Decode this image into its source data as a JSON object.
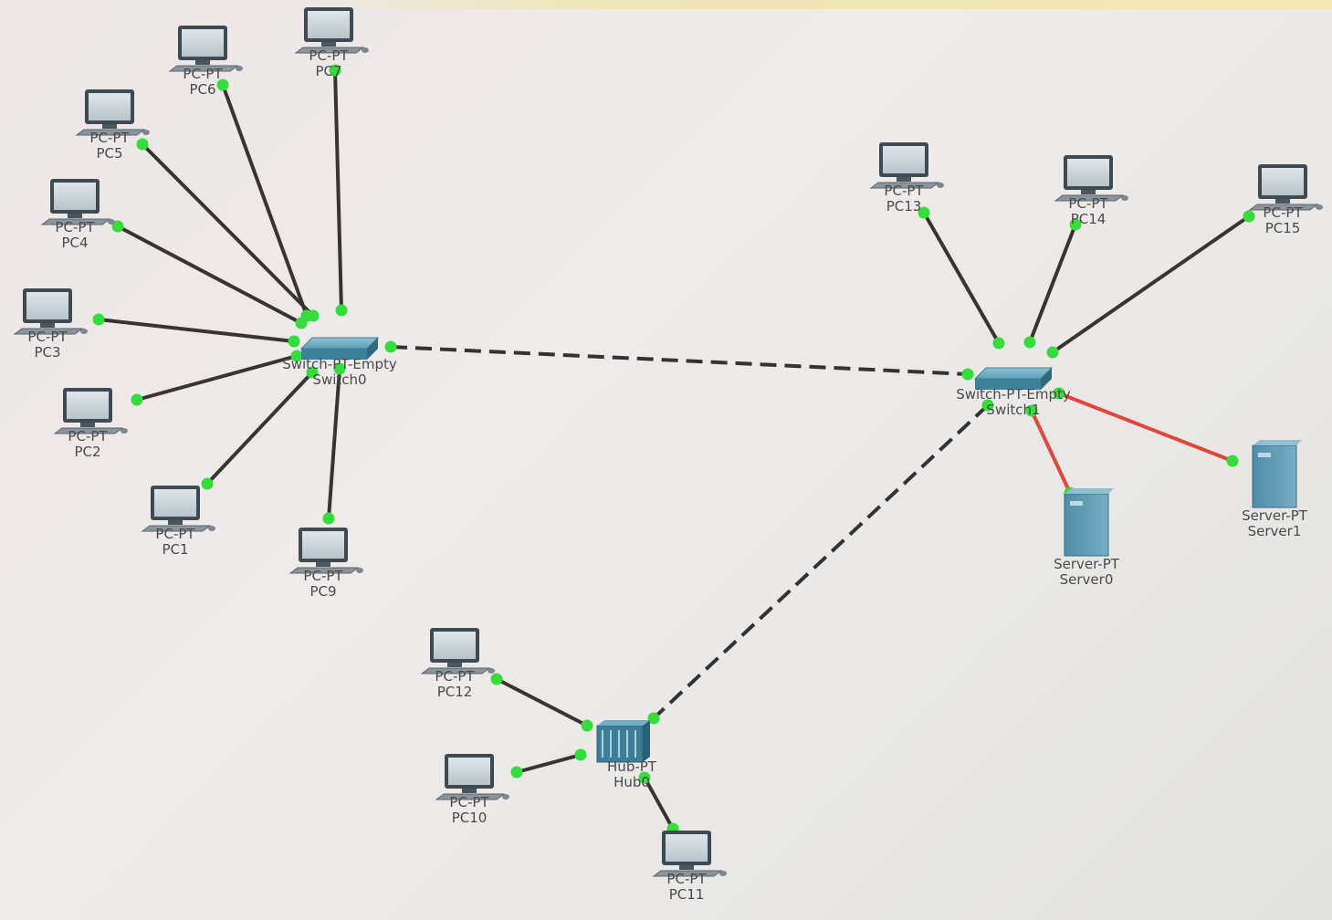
{
  "devices": [
    {
      "id": "PC6",
      "model": "PC-PT",
      "name": "PC6",
      "type": "pc"
    },
    {
      "id": "PC7",
      "model": "PC-PT",
      "name": "PC7",
      "type": "pc"
    },
    {
      "id": "PC5",
      "model": "PC-PT",
      "name": "PC5",
      "type": "pc"
    },
    {
      "id": "PC4",
      "model": "PC-PT",
      "name": "PC4",
      "type": "pc"
    },
    {
      "id": "PC3",
      "model": "PC-PT",
      "name": "PC3",
      "type": "pc"
    },
    {
      "id": "PC2",
      "model": "PC-PT",
      "name": "PC2",
      "type": "pc"
    },
    {
      "id": "PC1",
      "model": "PC-PT",
      "name": "PC1",
      "type": "pc"
    },
    {
      "id": "PC9",
      "model": "PC-PT",
      "name": "PC9",
      "type": "pc"
    },
    {
      "id": "Switch0",
      "model": "Switch-PT-Empty",
      "name": "Switch0",
      "type": "switch"
    },
    {
      "id": "PC13",
      "model": "PC-PT",
      "name": "PC13",
      "type": "pc"
    },
    {
      "id": "PC14",
      "model": "PC-PT",
      "name": "PC14",
      "type": "pc"
    },
    {
      "id": "PC15",
      "model": "PC-PT",
      "name": "PC15",
      "type": "pc"
    },
    {
      "id": "Switch1",
      "model": "Switch-PT-Empty",
      "name": "Switch1",
      "type": "switch"
    },
    {
      "id": "Server0",
      "model": "Server-PT",
      "name": "Server0",
      "type": "server"
    },
    {
      "id": "Server1",
      "model": "Server-PT",
      "name": "Server1",
      "type": "server"
    },
    {
      "id": "PC12",
      "model": "PC-PT",
      "name": "PC12",
      "type": "pc"
    },
    {
      "id": "PC10",
      "model": "PC-PT",
      "name": "PC10",
      "type": "pc"
    },
    {
      "id": "Hub0",
      "model": "Hub-PT",
      "name": "Hub0",
      "type": "hub"
    },
    {
      "id": "PC11",
      "model": "PC-PT",
      "name": "PC11",
      "type": "pc"
    }
  ],
  "links": [
    {
      "from": "PC6",
      "to": "Switch0",
      "style": "solid"
    },
    {
      "from": "PC7",
      "to": "Switch0",
      "style": "solid"
    },
    {
      "from": "PC5",
      "to": "Switch0",
      "style": "solid"
    },
    {
      "from": "PC4",
      "to": "Switch0",
      "style": "solid"
    },
    {
      "from": "PC3",
      "to": "Switch0",
      "style": "solid"
    },
    {
      "from": "PC2",
      "to": "Switch0",
      "style": "solid"
    },
    {
      "from": "PC1",
      "to": "Switch0",
      "style": "solid"
    },
    {
      "from": "PC9",
      "to": "Switch0",
      "style": "solid"
    },
    {
      "from": "Switch0",
      "to": "Switch1",
      "style": "dashed"
    },
    {
      "from": "PC13",
      "to": "Switch1",
      "style": "solid"
    },
    {
      "from": "PC14",
      "to": "Switch1",
      "style": "solid"
    },
    {
      "from": "PC15",
      "to": "Switch1",
      "style": "solid"
    },
    {
      "from": "Switch1",
      "to": "Server0",
      "style": "red"
    },
    {
      "from": "Switch1",
      "to": "Server1",
      "style": "red"
    },
    {
      "from": "Switch1",
      "to": "Hub0",
      "style": "dashed"
    },
    {
      "from": "PC12",
      "to": "Hub0",
      "style": "solid"
    },
    {
      "from": "PC10",
      "to": "Hub0",
      "style": "solid"
    },
    {
      "from": "PC11",
      "to": "Hub0",
      "style": "solid"
    }
  ],
  "colors": {
    "link": "#3a3430",
    "link_red": "#e0463a",
    "port": "#33dd3a",
    "device": "#4f94ad"
  }
}
